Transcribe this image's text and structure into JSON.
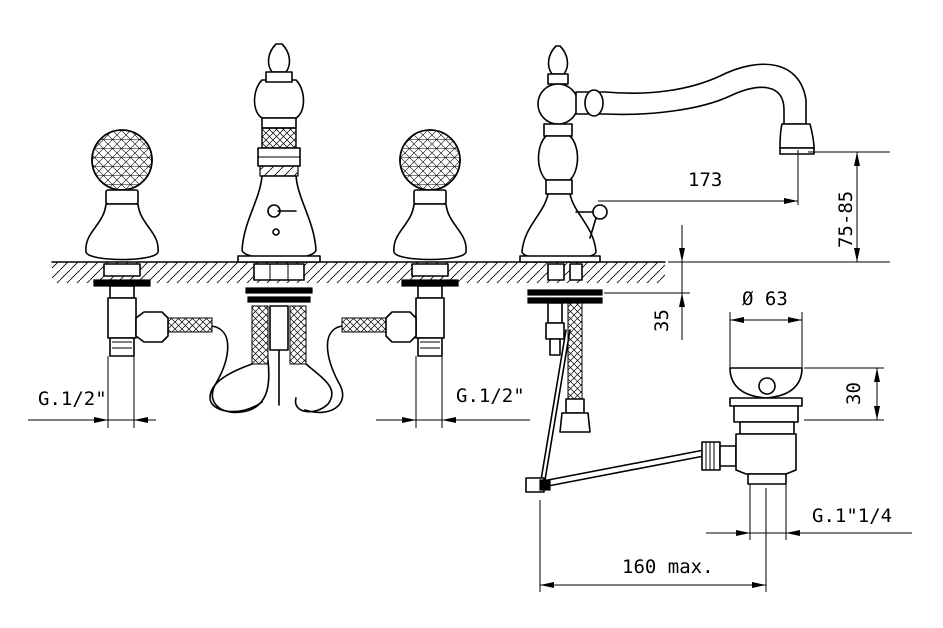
{
  "dimensions": {
    "spout_reach": "173",
    "spout_height": "75-85",
    "deck_thickness": "35",
    "drain_diameter": "Ø 63",
    "drain_height": "30",
    "drain_thread": "G.1\"1/4",
    "lever_length": "160 max.",
    "left_valve_thread": "G.1/2\"",
    "right_valve_thread": "G.1/2\""
  }
}
